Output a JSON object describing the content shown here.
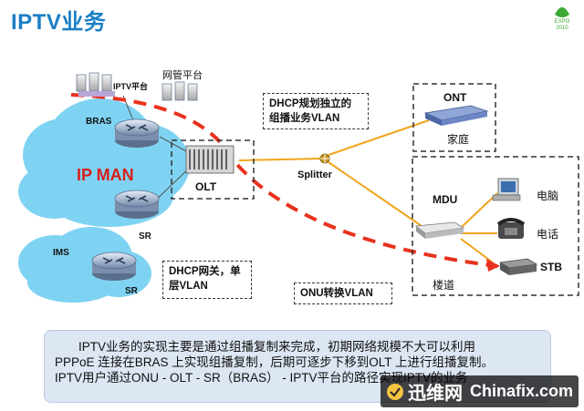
{
  "title": "IPTV业务",
  "logo": {
    "top_text": "EXPO",
    "sub_text": "2010"
  },
  "labels": {
    "iptv_platform": "IPTV平台",
    "nms_platform": "网管平台",
    "bras": "BRAS",
    "ip_man": "IP MAN",
    "sr_top": "SR",
    "ims": "IMS",
    "sr_bottom": "SR",
    "olt": "OLT",
    "splitter": "Splitter",
    "ont": "ONT",
    "home": "家庭",
    "mdu": "MDU",
    "pc": "电脑",
    "phone": "电话",
    "stb": "STB",
    "building": "楼道"
  },
  "boxes": {
    "dhcp_vlan": [
      "DHCP规划独立的",
      "组播业务VLAN"
    ],
    "dhcp_gateway": [
      "DHCP网关，单",
      "层VLAN"
    ],
    "onu_vlan": "ONU转换VLAN"
  },
  "note": {
    "lines": [
      "IPTV业务的实现主要是通过组播复制来完成，初期网络规模不大可以利用",
      "PPPoE 连接在BRAS 上实现组播复制，后期可逐步下移到OLT 上进行组播复制。",
      "IPTV用户通过ONU - OLT - SR（BRAS） - IPTV平台的路径实现IPTV的业务"
    ]
  },
  "watermark": {
    "cn": "迅维网",
    "en": "Chinafix.com"
  },
  "colors": {
    "title": "#1b7fc4",
    "cloud": "#7fd3f2",
    "fiber": "#f0a41c",
    "multicast_path": "#e8321e",
    "note_bg": "#dde6f3"
  },
  "icons": [
    "router-icon",
    "server-icon",
    "olt-chassis-icon",
    "splitter-icon",
    "ont-device-icon",
    "mdu-device-icon",
    "pc-icon",
    "phone-icon",
    "stb-device-icon"
  ]
}
